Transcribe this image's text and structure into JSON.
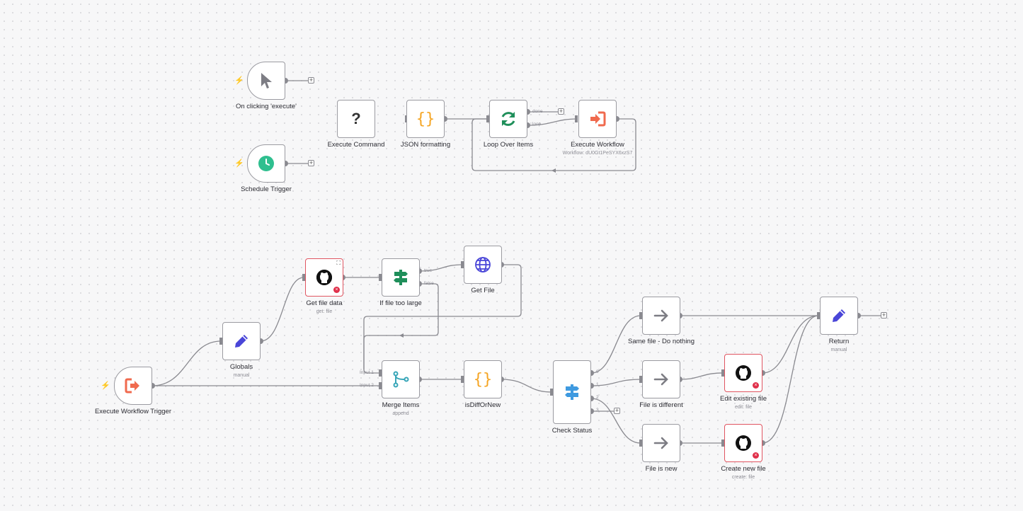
{
  "colors": {
    "canvas": "#f7f7f8",
    "border": "#9b9ba1",
    "error": "#e05561",
    "trigger": "#f06a4e",
    "wire": "#8a8a90"
  },
  "nodes": {
    "on_click": {
      "label": "On clicking 'execute'",
      "icon": "cursor-icon"
    },
    "schedule": {
      "label": "Schedule Trigger",
      "icon": "clock-icon"
    },
    "exec_command": {
      "label": "Execute Command",
      "icon": "question-icon",
      "glyph": "?"
    },
    "json_formatting": {
      "label": "JSON formatting",
      "icon": "braces-icon",
      "glyph": "{}"
    },
    "loop_over": {
      "label": "Loop Over Items",
      "icon": "refresh-icon",
      "out_done": "done",
      "out_loop": "loop"
    },
    "exec_workflow": {
      "label": "Execute Workflow",
      "subtitle": "Workflow: dU0Gt1PeSYX6xzS7",
      "icon": "sign-in-icon"
    },
    "exec_trigger": {
      "label": "Execute Workflow Trigger",
      "icon": "sign-out-icon"
    },
    "globals": {
      "label": "Globals",
      "subtitle": "manual",
      "icon": "pen-icon"
    },
    "get_file_data": {
      "label": "Get file data",
      "subtitle": "get: file",
      "icon": "github-icon"
    },
    "if_too_large": {
      "label": "If file too large",
      "icon": "signpost-icon",
      "out_true": "true",
      "out_false": "false"
    },
    "get_file": {
      "label": "Get File",
      "icon": "globe-icon"
    },
    "merge": {
      "label": "Merge Items",
      "subtitle": "append",
      "icon": "merge-icon",
      "in1": "Input 1",
      "in2": "Input 2"
    },
    "is_diff": {
      "label": "isDiffOrNew",
      "icon": "braces-icon",
      "glyph": "{}"
    },
    "check_status": {
      "label": "Check Status",
      "icon": "switch-icon",
      "out0": "0",
      "out1": "1",
      "out2": "2",
      "out3": "3"
    },
    "same_file": {
      "label": "Same file - Do nothing",
      "icon": "arrow-right-icon"
    },
    "file_different": {
      "label": "File is different",
      "icon": "arrow-right-icon"
    },
    "file_new": {
      "label": "File is new",
      "icon": "arrow-right-icon"
    },
    "edit_file": {
      "label": "Edit existing file",
      "subtitle": "edit: file",
      "icon": "github-icon"
    },
    "create_file": {
      "label": "Create new file",
      "subtitle": "create: file",
      "icon": "github-icon"
    },
    "return": {
      "label": "Return",
      "subtitle": "manual",
      "icon": "pen-icon"
    }
  },
  "connections": [
    [
      "on_click",
      "plus"
    ],
    [
      "schedule",
      "plus"
    ],
    [
      "json_formatting",
      "loop_over"
    ],
    [
      "loop_over:loop",
      "exec_workflow"
    ],
    [
      "exec_workflow",
      "loop_over"
    ],
    [
      "exec_trigger",
      "globals"
    ],
    [
      "exec_trigger",
      "merge:2"
    ],
    [
      "globals",
      "get_file_data"
    ],
    [
      "get_file_data",
      "if_too_large"
    ],
    [
      "if_too_large:true",
      "get_file"
    ],
    [
      "if_too_large:false",
      "merge:1"
    ],
    [
      "get_file",
      "merge:1"
    ],
    [
      "merge",
      "is_diff"
    ],
    [
      "is_diff",
      "check_status"
    ],
    [
      "check_status:0",
      "same_file"
    ],
    [
      "check_status:1",
      "file_different"
    ],
    [
      "check_status:2",
      "file_new"
    ],
    [
      "same_file",
      "return"
    ],
    [
      "file_different",
      "edit_file"
    ],
    [
      "file_new",
      "create_file"
    ],
    [
      "edit_file",
      "return"
    ],
    [
      "create_file",
      "return"
    ]
  ]
}
